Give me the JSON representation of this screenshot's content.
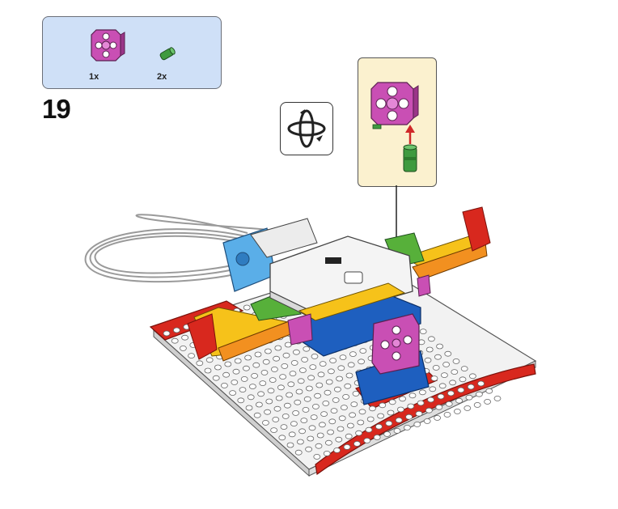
{
  "parts_list": {
    "items": [
      {
        "icon": "magenta-connector-block-icon",
        "quantity": "1x",
        "color": "#c94fb4"
      },
      {
        "icon": "green-axle-pin-icon",
        "quantity": "2x",
        "color": "#3f9a3f"
      }
    ]
  },
  "step": {
    "number": "19"
  },
  "rotate_hint": {
    "icon": "rotate-model-icon"
  },
  "callout": {
    "icon": "magenta-block-with-pin-icon",
    "arrow_color": "#d02828"
  },
  "colors": {
    "parts_panel": "#cfe0f7",
    "callout_panel": "#fbf1cf",
    "baseplate": "#f2f2f2",
    "red": "#d8281e",
    "blue": "#1e5fbf",
    "light_blue": "#5aaee8",
    "yellow": "#f6c21a",
    "orange": "#f29020",
    "green": "#57b03a",
    "magenta": "#c94fb4",
    "white_hub": "#f4f4f4"
  }
}
